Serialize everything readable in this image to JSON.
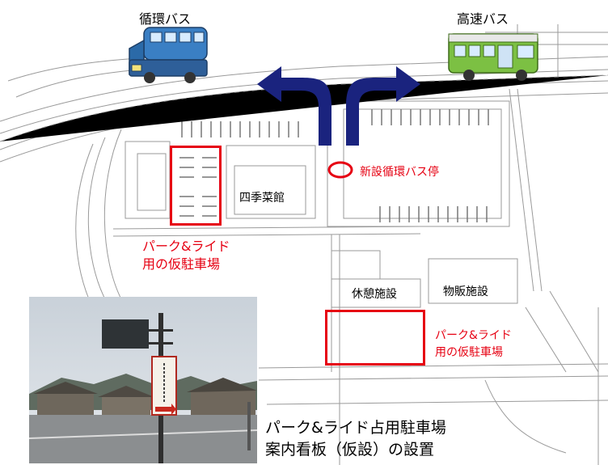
{
  "labels": {
    "loop_bus": "循環バス",
    "express_bus": "高速バス",
    "new_bus_stop": "新設循環バス停",
    "shikisaikan": "四季菜館",
    "park_ride_left_1": "パーク&ライド",
    "park_ride_left_2": "用の仮駐車場",
    "rest_facility": "休憩施設",
    "sales_facility": "物販施設",
    "park_ride_right_1": "パーク&ライド",
    "park_ride_right_2": "用の仮駐車場"
  },
  "caption": {
    "line1": "パーク&ライド占用駐車場",
    "line2": "案内看板（仮設）の設置"
  },
  "colors": {
    "highlight_red": "#e60012",
    "arrow_navy": "#1a237e",
    "loop_bus_body": "#3a7fc4",
    "express_bus_body": "#7cc043"
  }
}
